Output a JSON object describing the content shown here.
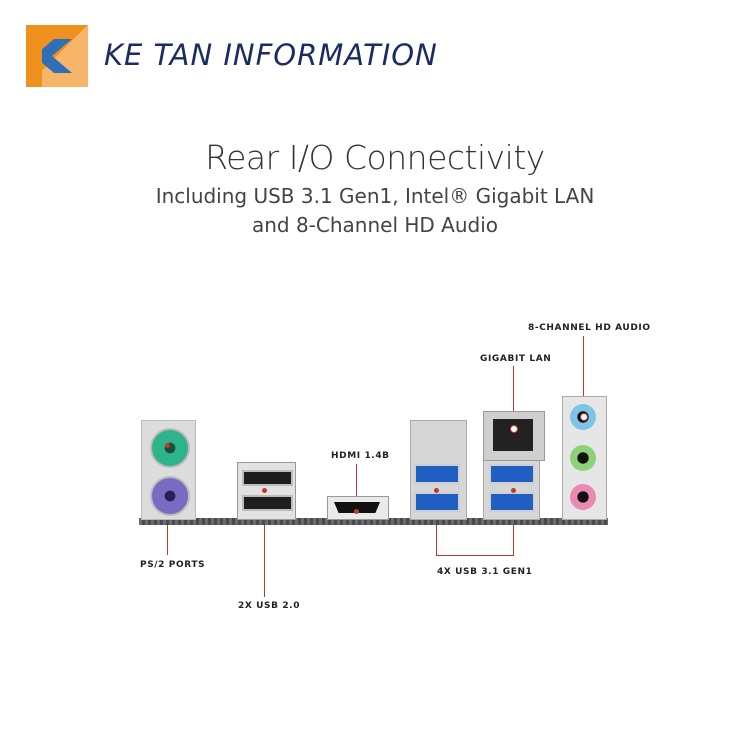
{
  "brand": {
    "name": "KE TAN INFORMATION"
  },
  "headline": {
    "title": "Rear I/O Connectivity",
    "subtitle_line1": "Including USB 3.1 Gen1, Intel® Gigabit LAN",
    "subtitle_line2": "and 8-Channel HD Audio"
  },
  "callouts": {
    "audio": "8-CHANNEL HD AUDIO",
    "lan": "GIGABIT LAN",
    "hdmi": "HDMI 1.4B",
    "ps2": "PS/2 PORTS",
    "usb2": "2X USB 2.0",
    "usb3": "4X USB 3.1 GEN1"
  },
  "colors": {
    "brand_orange": "#f0901e",
    "brand_blue": "#1b2c63",
    "callout_line": "#c0392b",
    "usb3_blue": "#1f5fc4",
    "audio_blue": "#7fc4e6",
    "audio_green": "#8fd17a",
    "audio_pink": "#e88ab4",
    "ps2_green": "#2fb38a",
    "ps2_purple": "#7a6bc2"
  }
}
